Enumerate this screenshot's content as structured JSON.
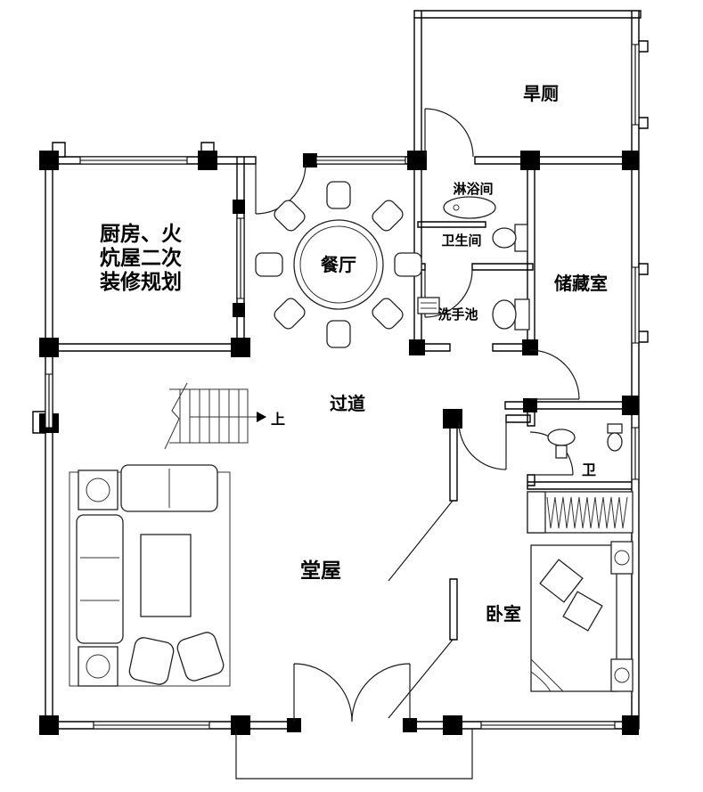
{
  "page": {
    "background": "#ffffff",
    "wall_color": "#000000"
  },
  "labels": {
    "dry_toilet": "旱厕",
    "kitchen": [
      "厨房、火",
      "炕屋二次",
      "装修规划"
    ],
    "dining": "餐厅",
    "shower": "淋浴间",
    "toilet": "卫生间",
    "washbasin": "洗手池",
    "storage": "储藏室",
    "corridor": "过道",
    "hall": "堂屋",
    "bedroom": "卧室",
    "bath": "卫",
    "stairs_up": "上"
  }
}
